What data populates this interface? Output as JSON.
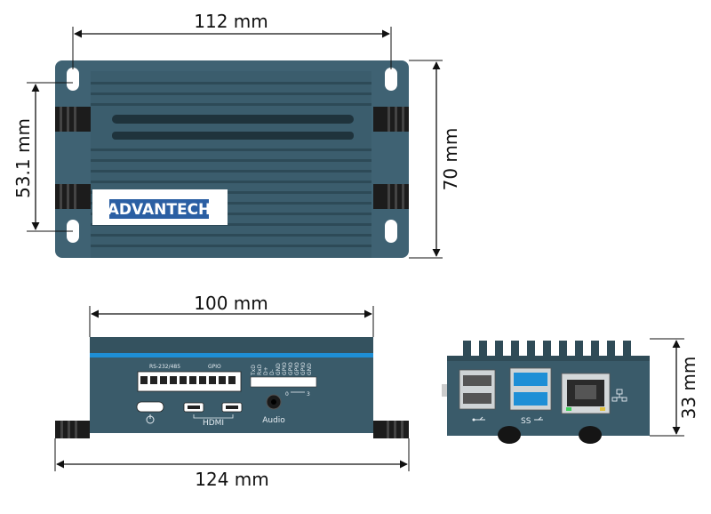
{
  "dimensions": {
    "top_width": "112 mm",
    "top_hole_spacing": "53.1 mm",
    "top_height": "70 mm",
    "front_width": "100 mm",
    "front_overall": "124 mm",
    "side_height": "33 mm"
  },
  "brand": "ADVANTECH",
  "front_labels": {
    "rs232": "RS-232/485",
    "gpio": "GPIO",
    "hdmi": "HDMI",
    "audio": "Audio",
    "pins": [
      "TxD",
      "RxD",
      "D+",
      "D-",
      "GND",
      "GPIO",
      "GPIO",
      "GPIO",
      "GPIO",
      "GND"
    ],
    "gpio_start": "0",
    "gpio_end": "3"
  },
  "side_labels": {
    "ss": "SS"
  },
  "colors": {
    "body": "#3c5f70",
    "body_dark": "#2a4652",
    "accent": "#1e8fd6",
    "logo_bg": "#2b5fa3"
  }
}
